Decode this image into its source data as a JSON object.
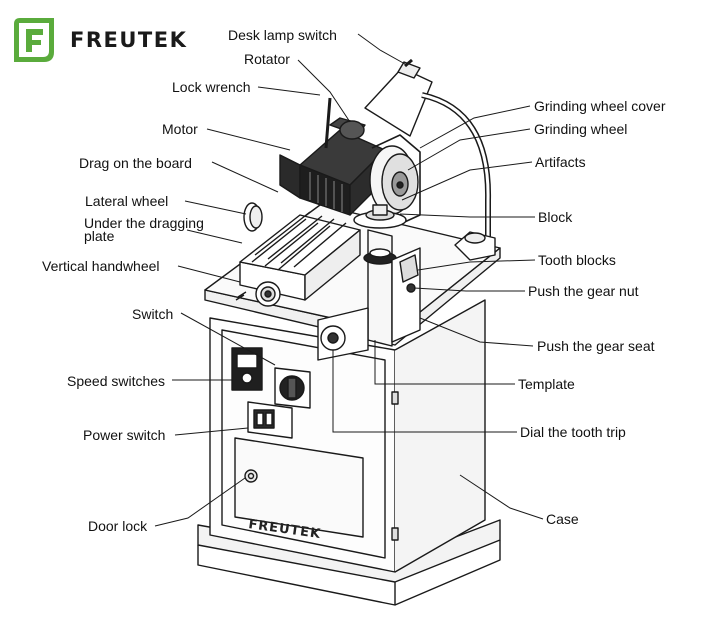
{
  "brand": {
    "name": "FREUTEK",
    "accent_color": "#5aab3c",
    "logo_icon": "leaf-f-logo-icon"
  },
  "case_logo_text": "FREUTEK",
  "labels": {
    "desk_lamp_switch": "Desk lamp switch",
    "rotator": "Rotator",
    "lock_wrench": "Lock wrench",
    "motor": "Motor",
    "drag_on_board": "Drag on the board",
    "lateral_wheel": "Lateral wheel",
    "under_dragging_plate": "Under the dragging plate",
    "vertical_handwheel": "Vertical handwheel",
    "switch": "Switch",
    "speed_switches": "Speed switches",
    "power_switch": "Power switch",
    "door_lock": "Door lock",
    "grinding_wheel_cover": "Grinding wheel cover",
    "grinding_wheel": "Grinding wheel",
    "artifacts": "Artifacts",
    "block": "Block",
    "tooth_blocks": "Tooth blocks",
    "push_gear_nut": "Push the gear nut",
    "push_gear_seat": "Push the gear seat",
    "template": "Template",
    "dial_tooth_trip": "Dial the tooth trip",
    "case": "Case"
  }
}
